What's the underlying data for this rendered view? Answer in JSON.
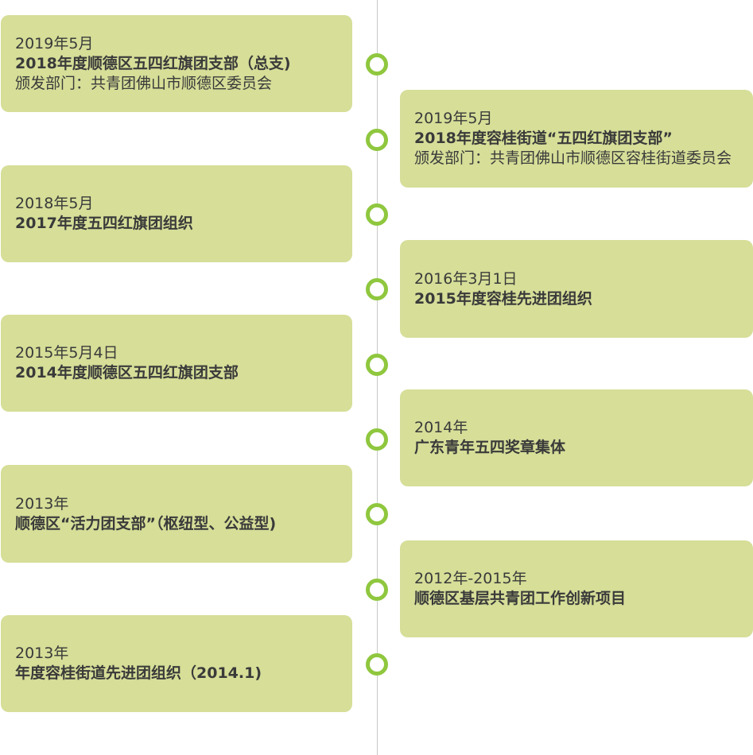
{
  "items": [
    {
      "date": "2019年5月",
      "title": "2018年度顺德区五四红旗团支部（总支)",
      "issuer": "颁发部门：共青团佛山市顺德区委员会"
    },
    {
      "date": "2019年5月",
      "title": "2018年度容桂街道“五四红旗团支部”",
      "issuer": "颁发部门：共青团佛山市顺德区容桂街道委员会"
    },
    {
      "date": "2018年5月",
      "title": "2017年度五四红旗团组织"
    },
    {
      "date": "2016年3月1日",
      "title": "2015年度容桂先进团组织"
    },
    {
      "date": "2015年5月4日",
      "title": "2014年度顺德区五四红旗团支部"
    },
    {
      "date": "2014年",
      "title": "广东青年五四奖章集体"
    },
    {
      "date": "2013年",
      "title": "顺德区“活力团支部”（枢纽型、公益型)"
    },
    {
      "date": "2012年-2015年",
      "title": "顺德区基层共青团工作创新项目"
    },
    {
      "date": "2013年",
      "title": "年度容桂街道先进团组织（2014.1)"
    }
  ],
  "colors": {
    "card_bg": "#d6de98",
    "node_ring": "#8fc73e",
    "line": "#c9c9c9",
    "text": "#3a3a3a"
  }
}
